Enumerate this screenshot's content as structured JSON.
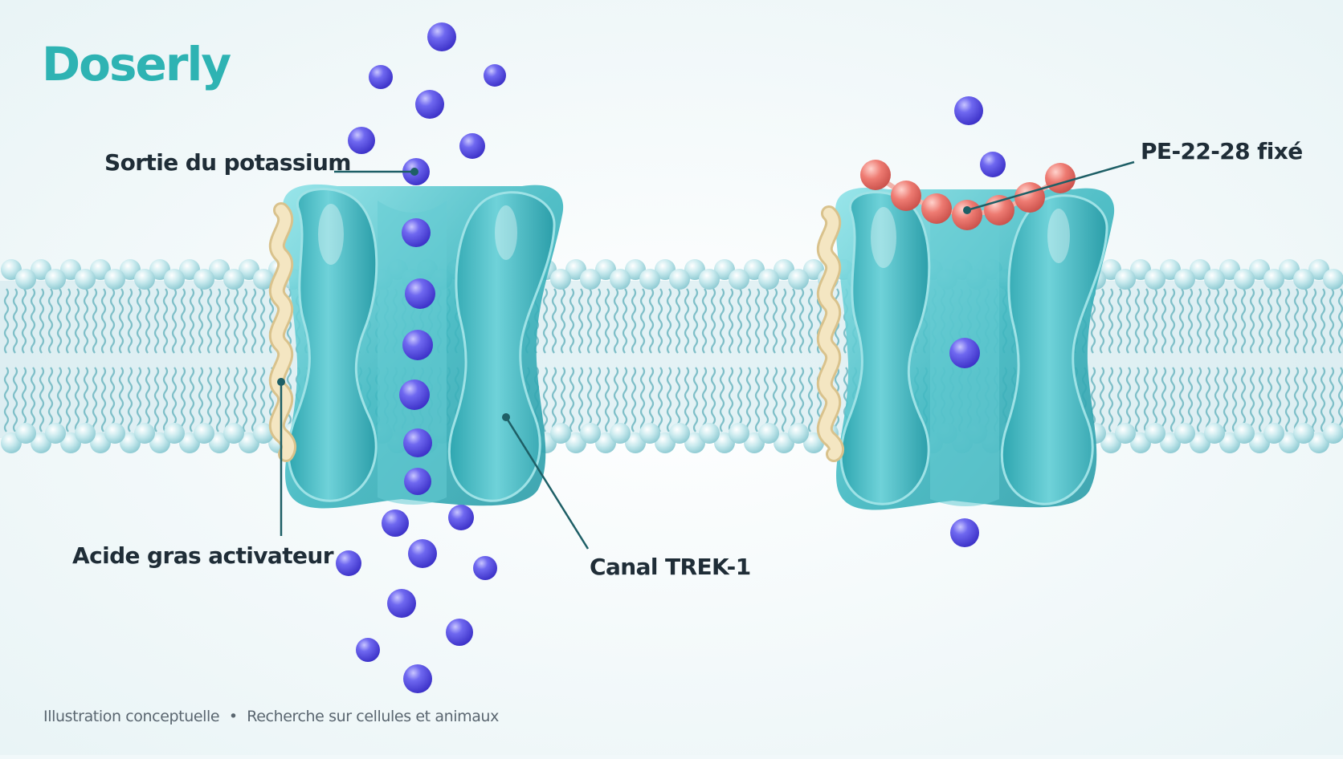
{
  "brand": {
    "name": "Doserly",
    "color": "#2eb3b3"
  },
  "labels": {
    "potassium_exit": "Sortie du potassium",
    "activator_fatty_acid": "Acide gras activateur",
    "trek1_channel": "Canal TREK-1",
    "bound_peptide": "PE-22-28 fixé"
  },
  "footnote": {
    "text1": "Illustration conceptuelle",
    "separator": "•",
    "text2": "Recherche sur cellules et animaux"
  },
  "colors": {
    "channel": "#3cb7c0",
    "membrane": "#a9d8de",
    "potassium_ion": "#5a52e0",
    "peptide": "#e8706a",
    "fatty_acid": "#f0dfb4",
    "background": "#f1f8fa"
  }
}
